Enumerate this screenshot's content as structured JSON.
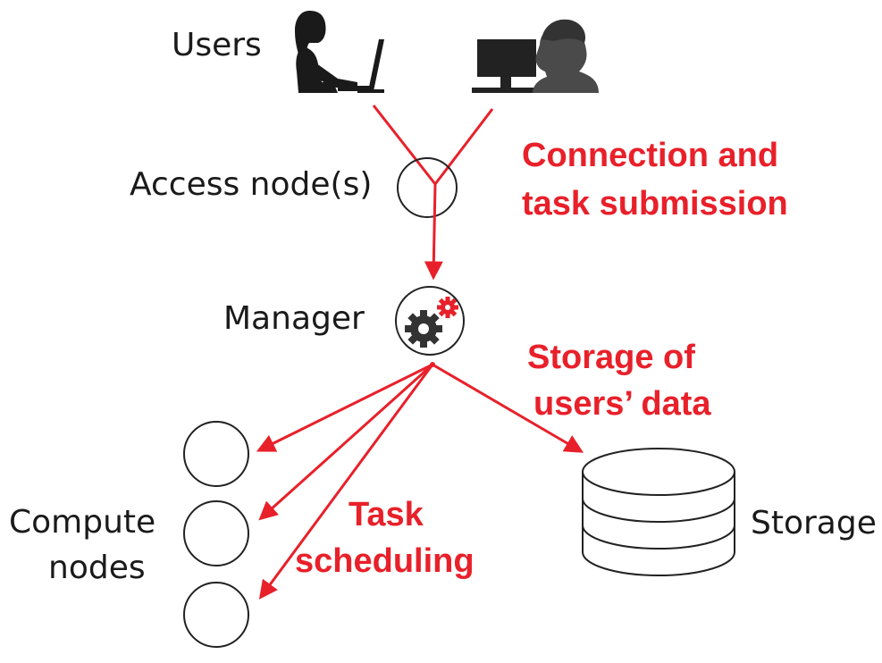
{
  "labels": {
    "users": "Users",
    "access_node": "Access node(s)",
    "manager": "Manager",
    "compute_line1": "Compute",
    "compute_line2": "nodes",
    "storage": "Storage"
  },
  "annotations": {
    "connection_line1": "Connection and",
    "connection_line2": "task submission",
    "storage_line1": "Storage of",
    "storage_line2": "users’ data",
    "task_line1": "Task",
    "task_line2": "scheduling"
  },
  "icons": {
    "user_female": "woman-at-laptop-icon",
    "user_male": "man-at-monitor-icon",
    "manager": "gears-icon",
    "storage": "database-cylinder-icon"
  },
  "colors": {
    "accent": "#e8202a",
    "dark": "#1a1a1a",
    "gear_dark": "#333333",
    "outline": "#222222"
  }
}
